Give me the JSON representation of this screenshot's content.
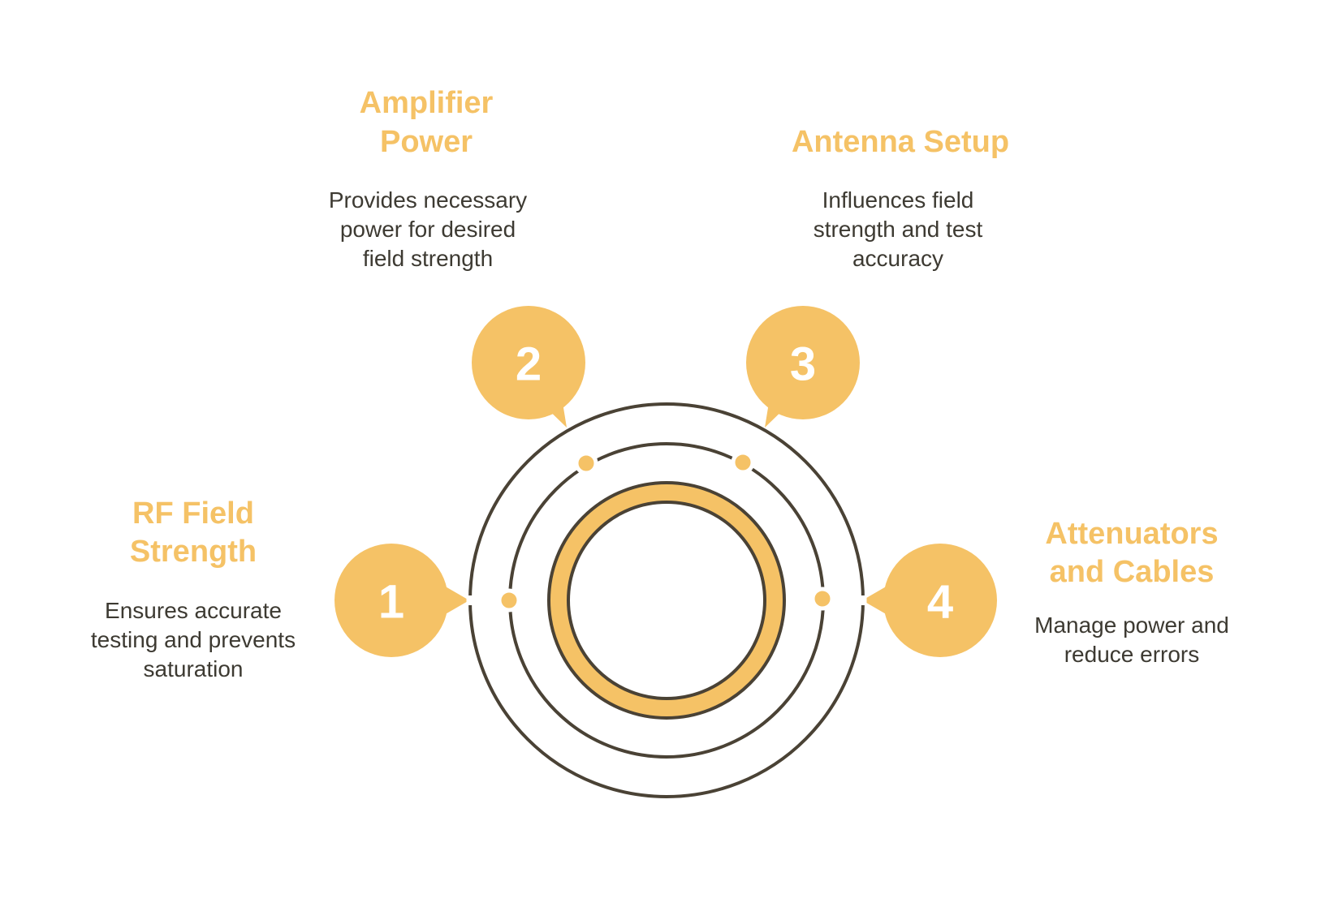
{
  "colors": {
    "accent": "#F5C266",
    "stroke": "#4A4235",
    "text": "#3d3a32"
  },
  "steps": [
    {
      "number": "1",
      "title_lines": [
        "RF Field",
        "Strength"
      ],
      "desc_lines": [
        "Ensures accurate",
        "testing and prevents",
        "saturation"
      ]
    },
    {
      "number": "2",
      "title_lines": [
        "Amplifier",
        "Power"
      ],
      "desc_lines": [
        "Provides necessary",
        "power for desired",
        "field strength"
      ]
    },
    {
      "number": "3",
      "title_lines": [
        "Antenna Setup"
      ],
      "desc_lines": [
        "Influences field",
        "strength and test",
        "accuracy"
      ]
    },
    {
      "number": "4",
      "title_lines": [
        "Attenuators",
        "and Cables"
      ],
      "desc_lines": [
        "Manage power and",
        "reduce errors"
      ]
    }
  ]
}
